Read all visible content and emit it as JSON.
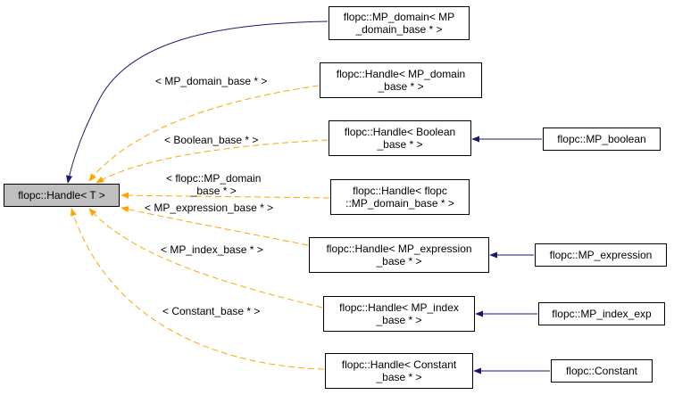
{
  "diagram": {
    "root": {
      "label": "flopc::Handle< T >"
    },
    "nodes": {
      "mp_domain": [
        "flopc::MP_domain< MP",
        "_domain_base * >"
      ],
      "h_mp_domain": [
        "flopc::Handle< MP_domain",
        "_base * >"
      ],
      "h_boolean": [
        "flopc::Handle< Boolean",
        "_base * >"
      ],
      "h_flopc_mp_domain": [
        "flopc::Handle< flopc",
        "::MP_domain_base * >"
      ],
      "h_mp_expression": [
        "flopc::Handle< MP_expression",
        "_base * >"
      ],
      "h_mp_index": [
        "flopc::Handle< MP_index",
        "_base * >"
      ],
      "h_constant": [
        "flopc::Handle< Constant",
        "_base * >"
      ],
      "mp_boolean": [
        "flopc::MP_boolean"
      ],
      "mp_expression": [
        "flopc::MP_expression"
      ],
      "mp_index_exp": [
        "flopc::MP_index_exp"
      ],
      "constant": [
        "flopc::Constant"
      ]
    },
    "edge_labels": {
      "h_mp_domain": [
        "< MP_domain_base * >"
      ],
      "h_boolean": [
        "< Boolean_base * >"
      ],
      "h_flopc_mp_domain": [
        "< flopc::MP_domain",
        "_base * >"
      ],
      "h_mp_expression": [
        "< MP_expression_base * >"
      ],
      "h_mp_index": [
        "< MP_index_base * >"
      ],
      "h_constant": [
        "< Constant_base * >"
      ]
    },
    "colors": {
      "template_edge": "#ffa500",
      "inherit_edge": "#191970",
      "root_fill": "#bfbfbf"
    }
  }
}
